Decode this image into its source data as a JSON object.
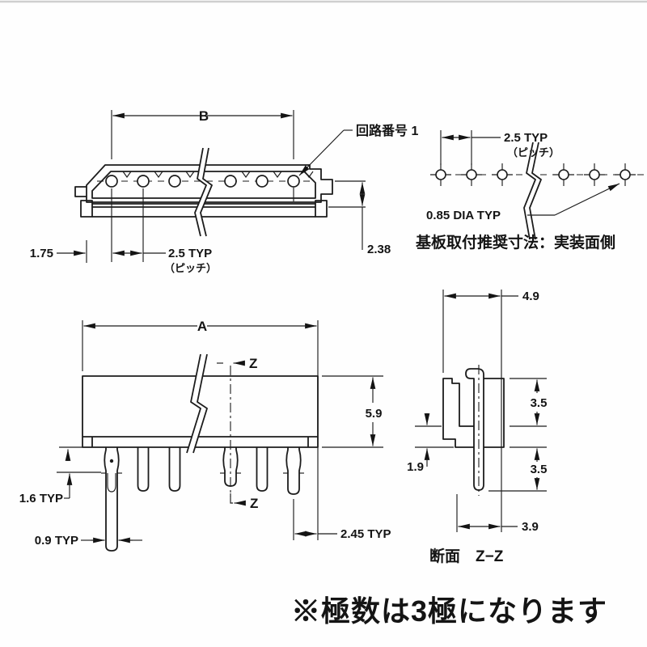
{
  "style": {
    "ink_color": "#1c1c1c",
    "paper_color": "#fefefe"
  },
  "top_view": {
    "dim_b": "B",
    "circuit_label": "回路番号 1",
    "dim_left": "1.75",
    "dim_pitch": "2.5 TYP",
    "dim_pitch_sub": "（ピッチ）",
    "dim_height": "2.38"
  },
  "pcb_pattern": {
    "dim_pitch": "2.5 TYP",
    "dim_pitch_sub": "（ピッチ）",
    "dim_hole_dia": "0.85 DIA TYP",
    "caption": "基板取付推奨寸法：実装面側"
  },
  "front_view": {
    "dim_a": "A",
    "dim_height": "5.9",
    "section_mark_top": "Z",
    "section_mark_bottom": "Z",
    "dim_tail": "1.6 TYP",
    "dim_pin_width": "0.9 TYP",
    "dim_end": "2.45 TYP"
  },
  "section_view": {
    "dim_width": "4.9",
    "dim_upper": "3.5",
    "dim_lower": "3.5",
    "dim_step": "1.9",
    "dim_bottom": "3.9",
    "caption": "断面　Z−Z"
  },
  "note": {
    "text": "※極数は3極になります"
  }
}
